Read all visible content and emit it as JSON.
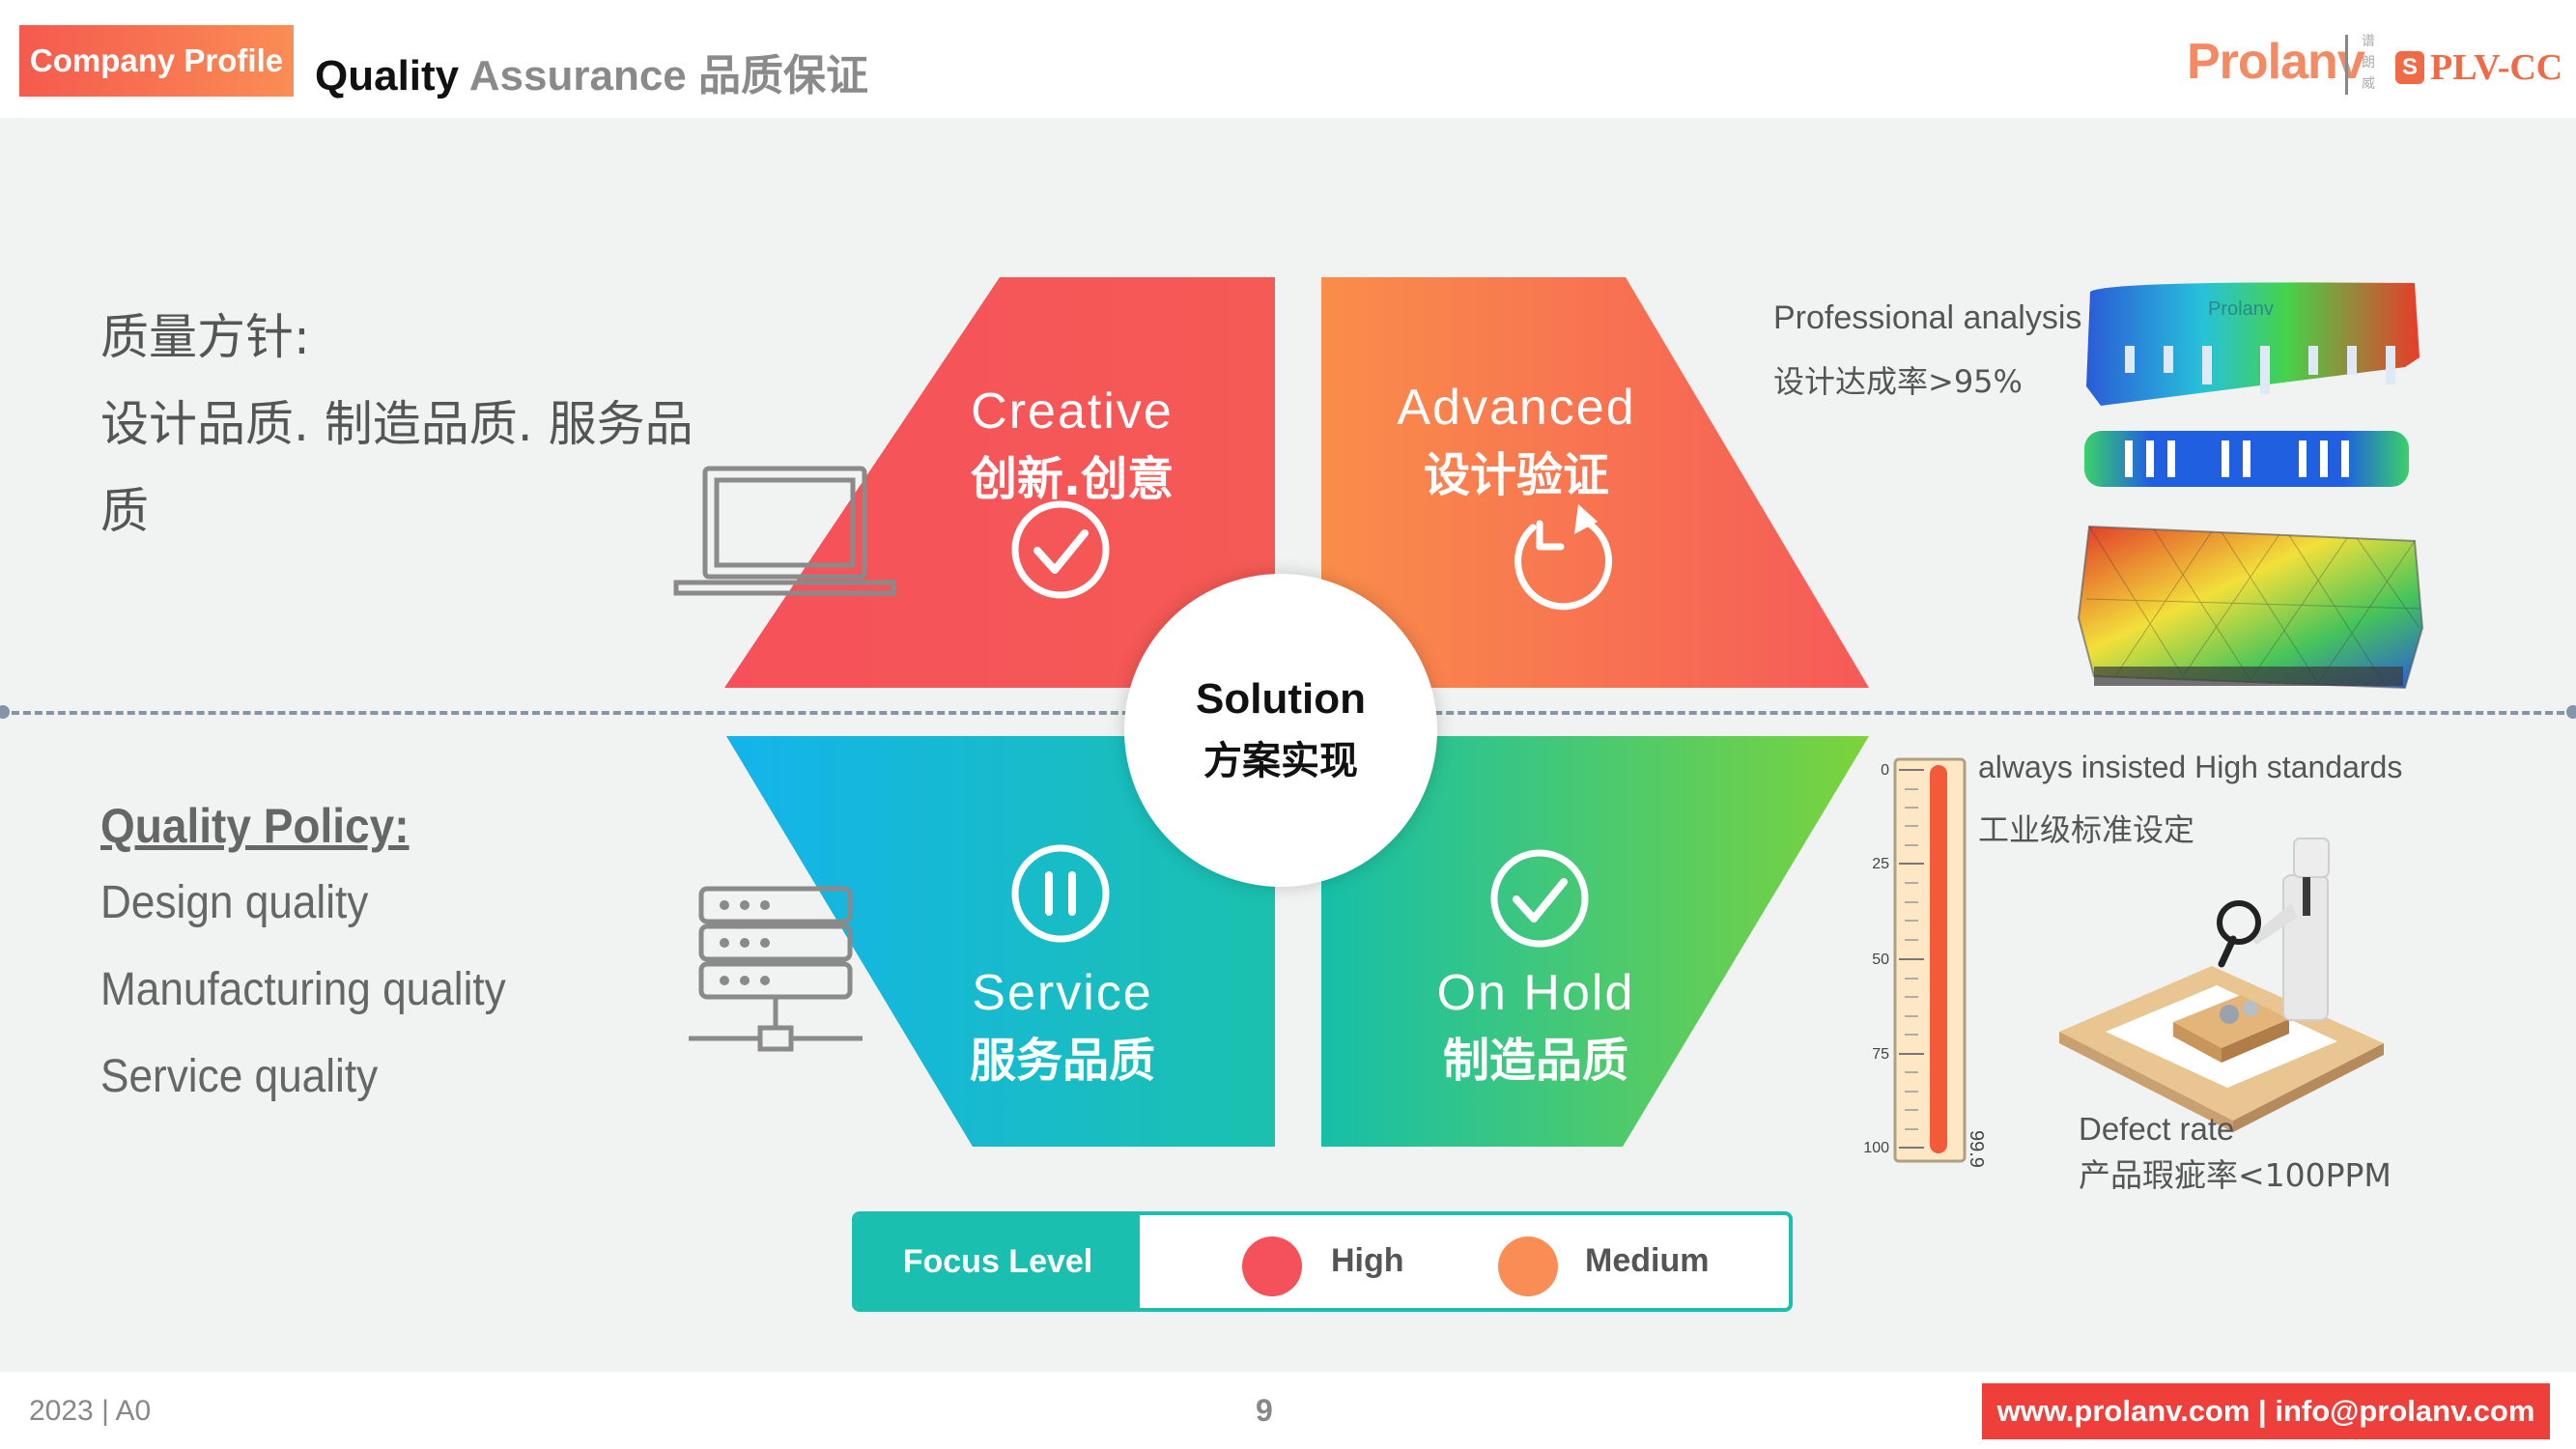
{
  "header": {
    "badge": "Company Profile",
    "title_part1": "Quality",
    "title_part2": "Assurance",
    "title_part3": "品质保证",
    "logo_prolanv": "Prolanv",
    "logo_cn": "谱朗威",
    "logo_plv": "PLV-CC",
    "logo_plv_mark": "S"
  },
  "left": {
    "cn_heading": "质量方针:",
    "cn_text": "设计品质. 制造品质. 服务品质",
    "en_heading": "Quality Policy:",
    "en_items": [
      "Design quality",
      "Manufacturing quality",
      "Service quality"
    ]
  },
  "quadrants": {
    "top_left": {
      "en": "Creative",
      "cn": "创新.创意",
      "icon": "check-circle-icon"
    },
    "top_right": {
      "en": "Advanced",
      "cn": "设计验证",
      "icon": "clock-refresh-icon"
    },
    "bottom_left": {
      "en": "Service",
      "cn": "服务品质",
      "icon": "pause-circle-icon"
    },
    "bottom_right": {
      "en": "On Hold",
      "cn": "制造品质",
      "icon": "check-circle-icon"
    }
  },
  "center": {
    "en": "Solution",
    "cn": "方案实现"
  },
  "legend": {
    "label": "Focus Level",
    "items": [
      {
        "name": "High",
        "color": "#f5515a"
      },
      {
        "name": "Medium",
        "color": "#fa8d55"
      }
    ]
  },
  "right": {
    "analysis_en": "Professional analysis",
    "analysis_cn": "设计达成率>95%",
    "render_label": "Prolanv",
    "standards_en": "always insisted High standards",
    "standards_cn": "工业级标准设定",
    "gauge_ticks": [
      "0",
      "25",
      "50",
      "75",
      "100"
    ],
    "gauge_value": "99.9",
    "defect_en": "Defect rate",
    "defect_cn": "产品瑕疵率<100PPM"
  },
  "colors": {
    "red": "#f5515a",
    "orange": "#fa8d55",
    "blue": "#15b5e8",
    "teal": "#1bbfb0",
    "green": "#7ad13a"
  },
  "footer": {
    "year": "2023 | A0",
    "page": "9",
    "contact": "www.prolanv.com | info@prolanv.com"
  }
}
